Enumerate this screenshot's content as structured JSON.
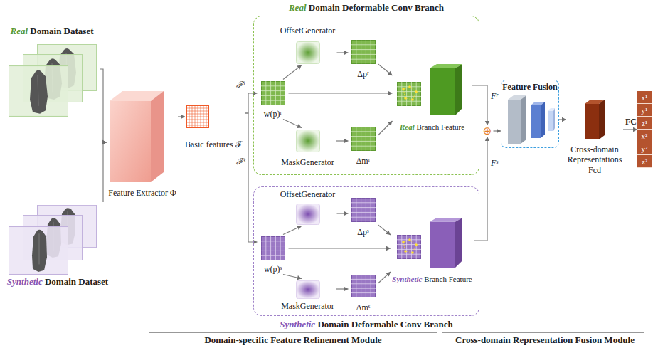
{
  "diagram": {
    "nodes": [
      {
        "text": [
          "Real Domain Dataset"
        ]
      },
      {
        "text": [
          "Synthetic Domain Dataset"
        ]
      },
      {
        "text": [
          "Feature Extractor Φ"
        ]
      },
      {
        "text": [
          "Basic features ℱ"
        ]
      },
      {
        "text": [
          "Real Domain Deformable Conv Branch"
        ]
      },
      {
        "text": [
          "w(p)ʳ"
        ],
        "in": 4
      },
      {
        "text": [
          "OffsetGenerator"
        ],
        "in": 4
      },
      {
        "text": [
          "Δpʳ"
        ],
        "in": 4
      },
      {
        "text": [
          "MaskGenerator"
        ],
        "in": 4
      },
      {
        "text": [
          "Δmʳ"
        ],
        "in": 4
      },
      {
        "text": [
          "Real Branch Feature"
        ],
        "in": 4
      },
      {
        "text": [
          "Synthetic Domain Deformable Conv Branch"
        ]
      },
      {
        "text": [
          "w(p)ˢ"
        ],
        "in": 11
      },
      {
        "text": [
          "OffsetGenerator"
        ],
        "in": 11
      },
      {
        "text": [
          "Δpˢ"
        ],
        "in": 11
      },
      {
        "text": [
          "MaskGenerator"
        ],
        "in": 11
      },
      {
        "text": [
          "Δmˢ"
        ],
        "in": 11
      },
      {
        "text": [
          "Synthetic Branch Feature"
        ],
        "in": 11
      },
      {
        "text": [
          "⊕"
        ]
      },
      {
        "text": [
          "Feature Fusion"
        ]
      },
      {
        "text": [
          "Cross-domain Representations Fcd"
        ]
      },
      {
        "text": [
          "x¹",
          "y¹",
          "z¹",
          "x²",
          "y²",
          "z²"
        ]
      }
    ],
    "edges": [
      {
        "from": 0,
        "to": 2,
        "arrow": "to"
      },
      {
        "from": 1,
        "to": 2,
        "arrow": "to"
      },
      {
        "from": 2,
        "to": 3,
        "arrow": "to"
      },
      {
        "from": 3,
        "to": 5,
        "arrow": "to",
        "label": "ℱʳ"
      },
      {
        "from": 3,
        "to": 12,
        "arrow": "to",
        "label": "ℱˢ"
      },
      {
        "from": 5,
        "to": 6,
        "arrow": "to"
      },
      {
        "from": 6,
        "to": 7,
        "arrow": "to"
      },
      {
        "from": 7,
        "to": 10,
        "arrow": "to"
      },
      {
        "from": 5,
        "to": 10,
        "arrow": "to"
      },
      {
        "from": 5,
        "to": 8,
        "arrow": "to"
      },
      {
        "from": 8,
        "to": 9,
        "arrow": "to"
      },
      {
        "from": 9,
        "to": 10,
        "arrow": "to"
      },
      {
        "from": 12,
        "to": 13,
        "arrow": "to"
      },
      {
        "from": 13,
        "to": 14,
        "arrow": "to"
      },
      {
        "from": 14,
        "to": 17,
        "arrow": "to"
      },
      {
        "from": 12,
        "to": 17,
        "arrow": "to"
      },
      {
        "from": 12,
        "to": 15,
        "arrow": "to"
      },
      {
        "from": 15,
        "to": 16,
        "arrow": "to"
      },
      {
        "from": 16,
        "to": 17,
        "arrow": "to"
      },
      {
        "from": 10,
        "to": 18,
        "arrow": "to",
        "label": "Fʳ"
      },
      {
        "from": 17,
        "to": 18,
        "arrow": "to",
        "label": "Fˢ"
      },
      {
        "from": 18,
        "to": 19,
        "arrow": "to"
      },
      {
        "from": 19,
        "to": 20,
        "arrow": "to"
      },
      {
        "from": 20,
        "to": 21,
        "arrow": "to",
        "label": "FC"
      }
    ],
    "labels": [
      "Domain-specific Feature Refinement Module",
      "Cross-domain Representation Fusion Module"
    ]
  }
}
